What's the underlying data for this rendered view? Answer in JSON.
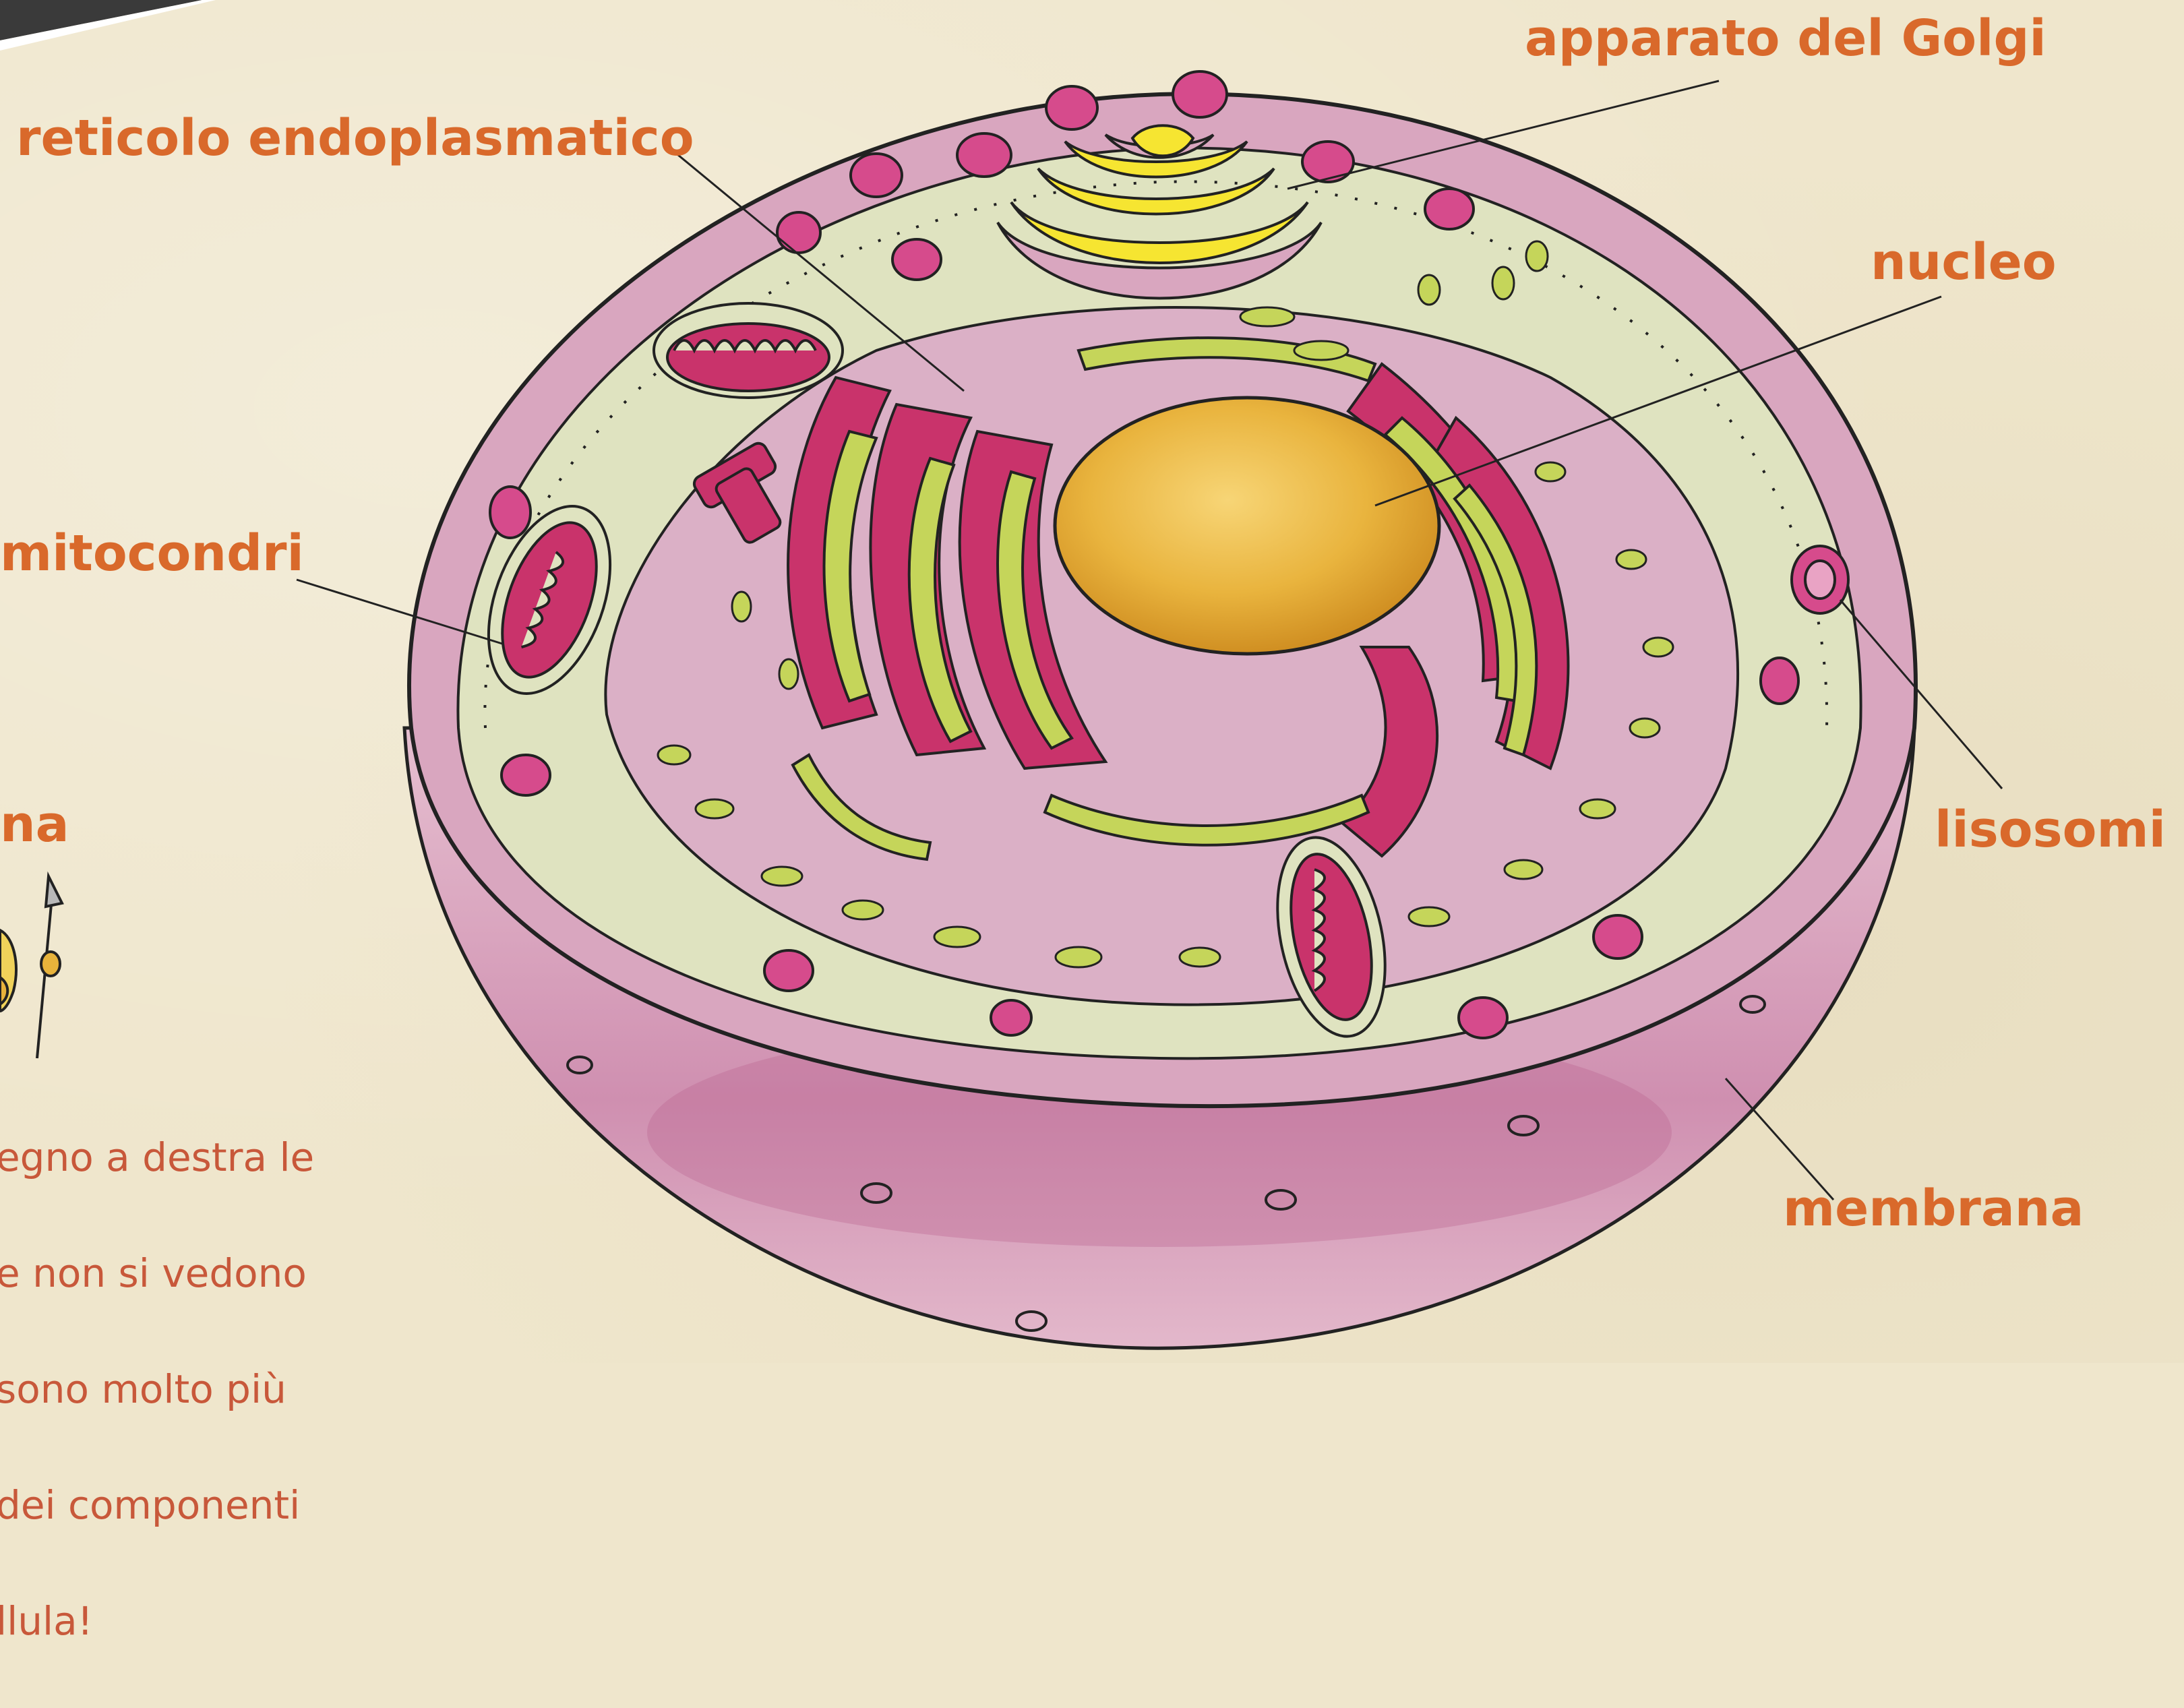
{
  "colors": {
    "label": "#d9692b",
    "membrane_pink": "#d9a6bf",
    "cytoplasm": "#dfe3c0",
    "er_magenta": "#c9336b",
    "er_green": "#c5d55a",
    "golgi_yellow": "#f6e531",
    "nucleus_gold": "#e9b43e",
    "text_note": "#c8583a"
  },
  "labels": {
    "golgi": "apparato del Golgi",
    "er": "reticolo endoplasmatico",
    "nucleus": "nucleo",
    "mitochondria": "mitocondri",
    "lysosomes": "lisosomi",
    "membrane": "membrana",
    "partial_left": "na"
  },
  "note": {
    "lines": [
      "egno a destra le",
      "e non si vedono",
      "sono molto più",
      "dei componenti",
      "llula!"
    ]
  },
  "icons": {
    "spear": "spear-icon"
  }
}
